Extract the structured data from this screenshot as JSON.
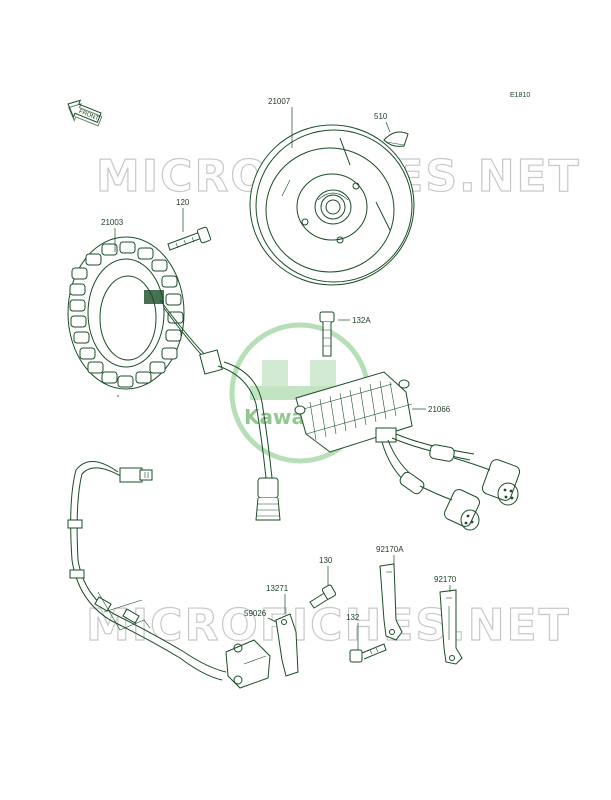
{
  "diagram_code": "E1810",
  "front_label": "FRONT",
  "watermark_text": "MICROFICHES.NET",
  "logo_text": "Kawasaki",
  "colors": {
    "line": "#1a4d26",
    "label": "#1a3d20",
    "logo": "#3a9a3a",
    "watermark": "#c8c8c8"
  },
  "parts": [
    {
      "id": "21007",
      "label": "21007"
    },
    {
      "id": "510",
      "label": "510"
    },
    {
      "id": "21003",
      "label": "21003"
    },
    {
      "id": "120",
      "label": "120"
    },
    {
      "id": "132A",
      "label": "132A"
    },
    {
      "id": "21066",
      "label": "21066"
    },
    {
      "id": "130",
      "label": "130"
    },
    {
      "id": "92170A",
      "label": "92170A"
    },
    {
      "id": "92170",
      "label": "92170"
    },
    {
      "id": "13271",
      "label": "13271"
    },
    {
      "id": "59026",
      "label": "59026"
    },
    {
      "id": "132",
      "label": "132"
    }
  ]
}
